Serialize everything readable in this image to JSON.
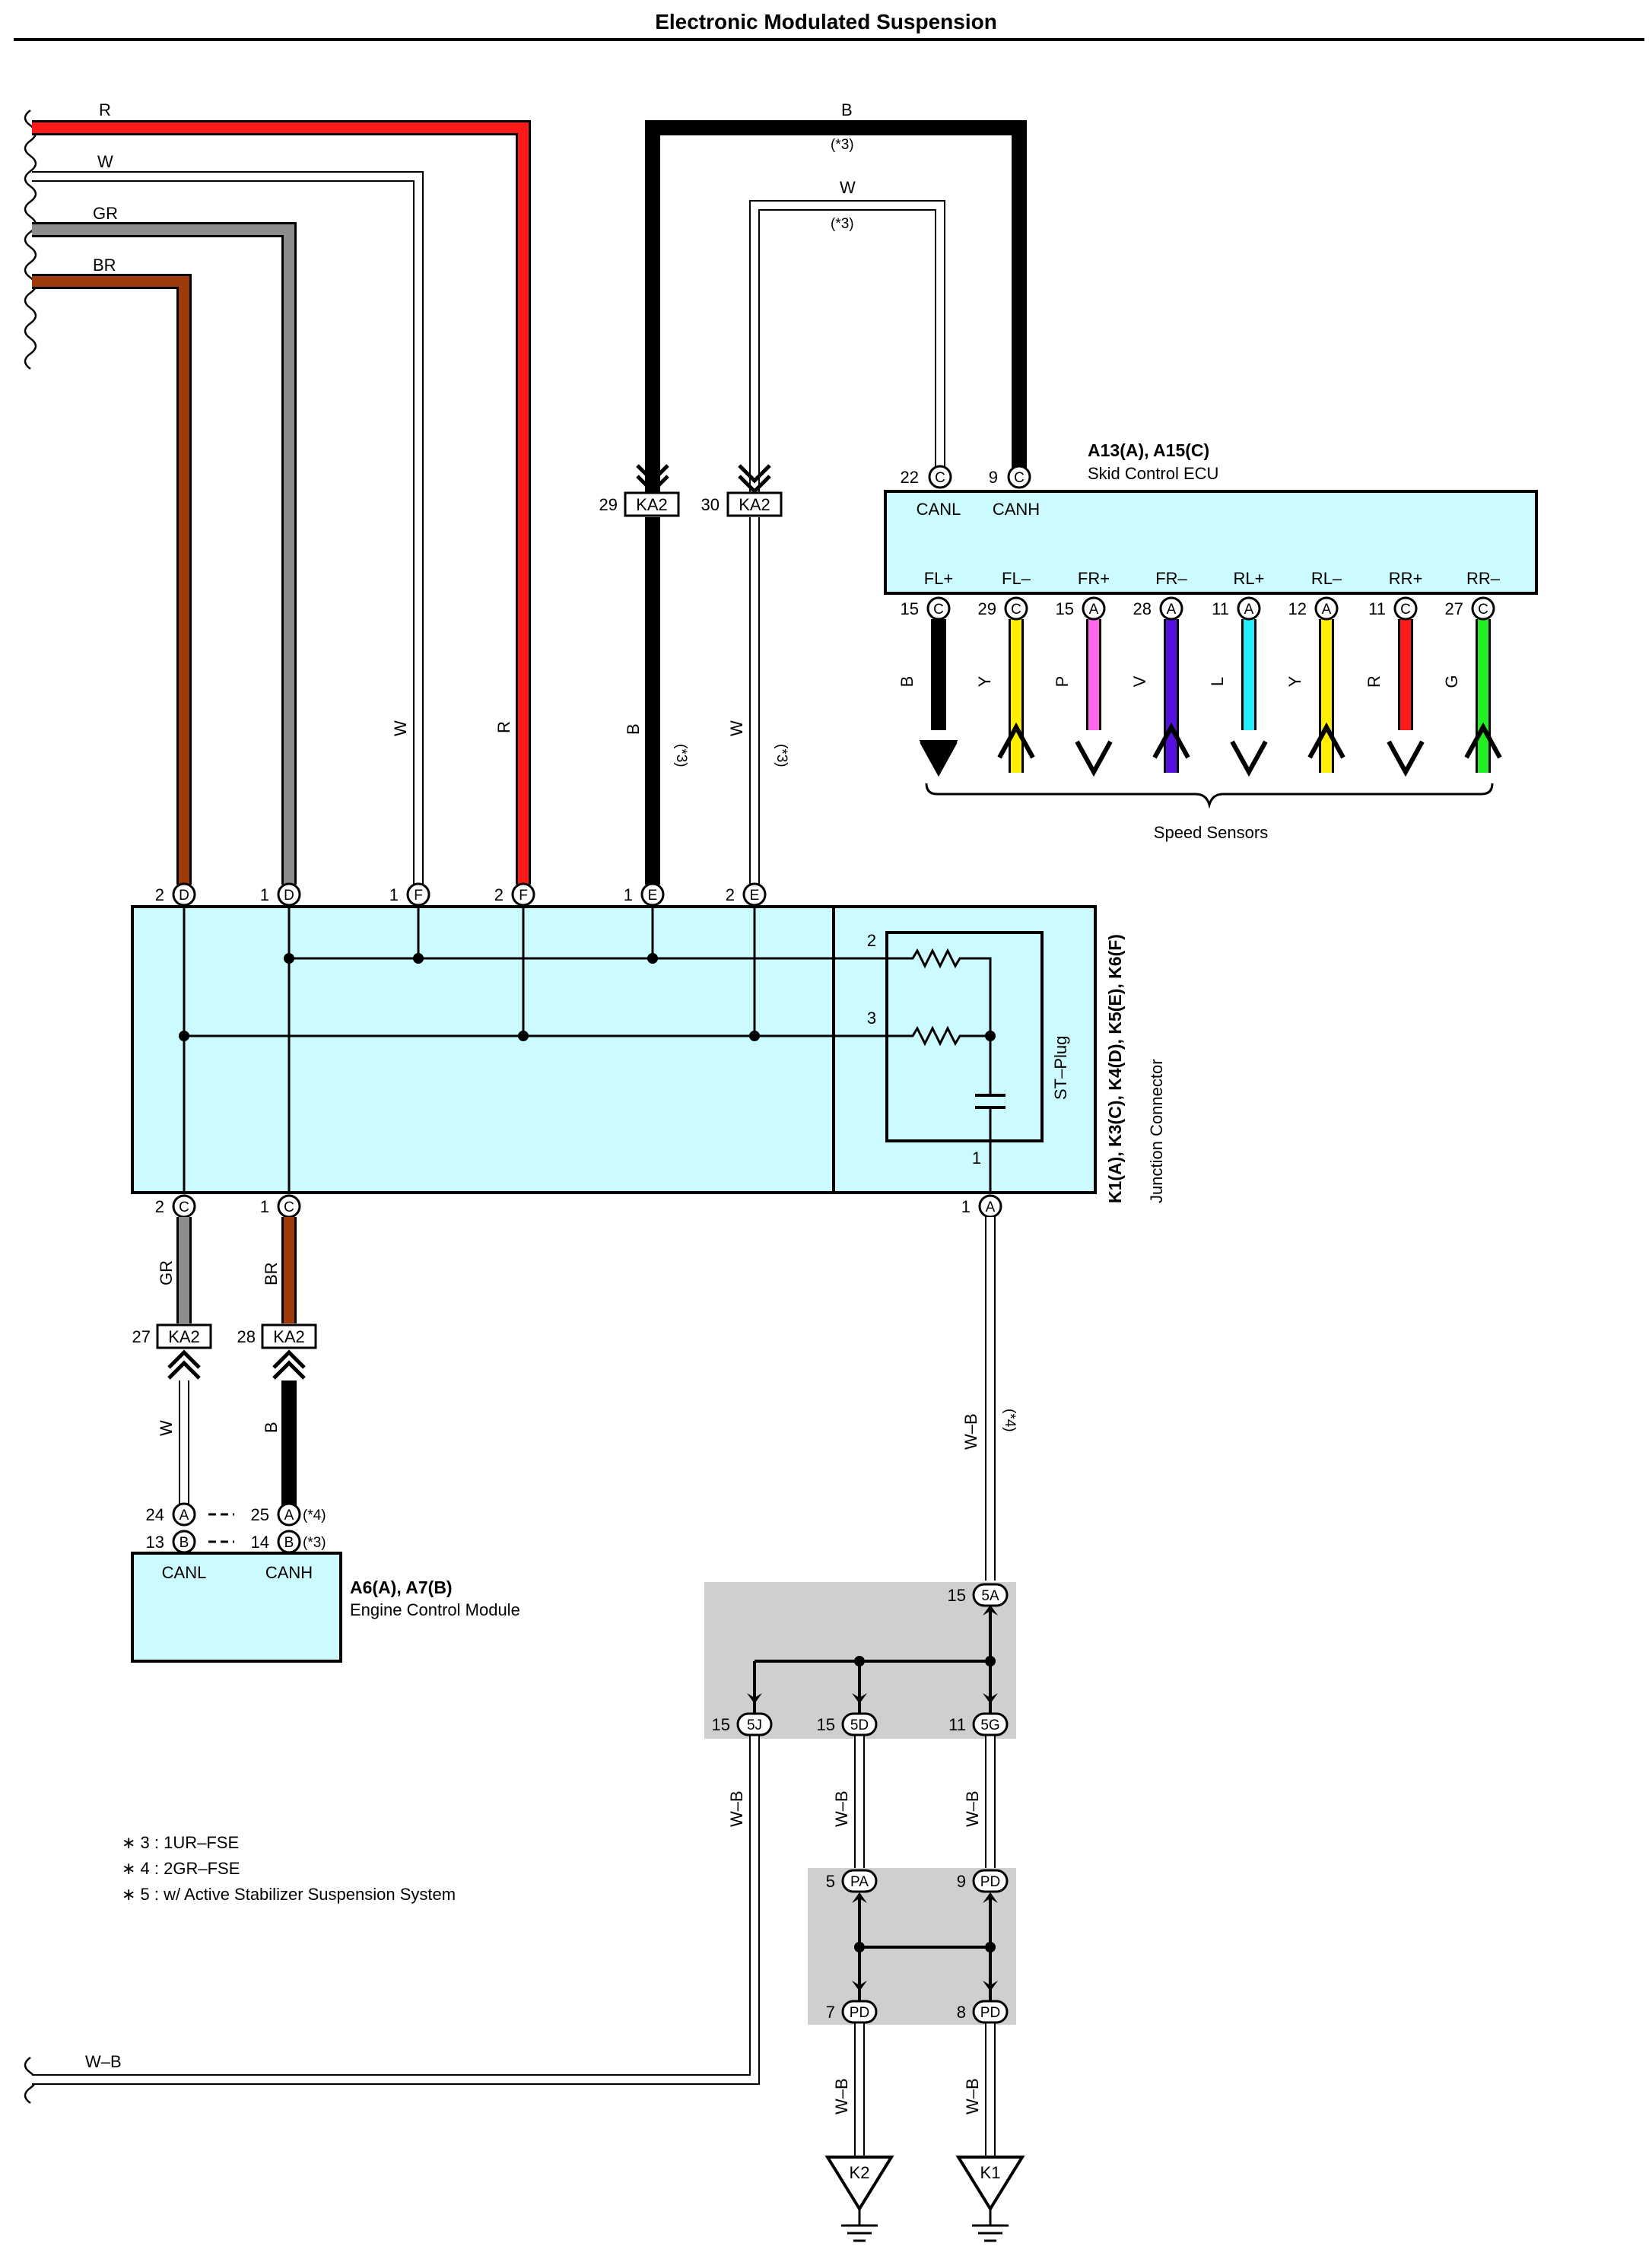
{
  "title": "Electronic Modulated Suspension",
  "colors": {
    "R": "#ff1a1a",
    "W": "#ffffff",
    "GR": "#8c8c8c",
    "BR": "#9e3a0a",
    "B": "#000000",
    "Y": "#ffee00",
    "P": "#ff66e8",
    "V": "#5511e0",
    "L": "#22eeff",
    "G": "#22ee22",
    "component_fill": "#ccfbff",
    "junction_block_fill": "#cfcfcf"
  },
  "top_wires": {
    "R": "R",
    "W": "W",
    "GR": "GR",
    "BR": "BR",
    "B_top": "B",
    "B_top_note": "(*3)",
    "W_top": "W",
    "W_top_note": "(*3)"
  },
  "ka2_top": {
    "left_pin": "29",
    "left_name": "KA2",
    "right_pin": "30",
    "right_name": "KA2"
  },
  "skid_ecu": {
    "code": "A13(A), A15(C)",
    "name": "Skid Control ECU",
    "pin_canl": "22",
    "pin_canh": "9",
    "conn_canl": "C",
    "conn_canh": "C",
    "canl": "CANL",
    "canh": "CANH",
    "bottom_pins": [
      {
        "num": "15",
        "conn": "C",
        "label": "FL+",
        "wire": "B",
        "color_key": "B",
        "arrow": "down"
      },
      {
        "num": "29",
        "conn": "C",
        "label": "FL–",
        "wire": "Y",
        "color_key": "Y",
        "arrow": "up"
      },
      {
        "num": "15",
        "conn": "A",
        "label": "FR+",
        "wire": "P",
        "color_key": "P",
        "arrow": "down"
      },
      {
        "num": "28",
        "conn": "A",
        "label": "FR–",
        "wire": "V",
        "color_key": "V",
        "arrow": "up"
      },
      {
        "num": "11",
        "conn": "A",
        "label": "RL+",
        "wire": "L",
        "color_key": "L",
        "arrow": "down"
      },
      {
        "num": "12",
        "conn": "A",
        "label": "RL–",
        "wire": "Y",
        "color_key": "Y",
        "arrow": "up"
      },
      {
        "num": "11",
        "conn": "C",
        "label": "RR+",
        "wire": "R",
        "color_key": "R",
        "arrow": "down"
      },
      {
        "num": "27",
        "conn": "C",
        "label": "RR–",
        "wire": "G",
        "color_key": "G",
        "arrow": "up"
      }
    ],
    "sensors_label": "Speed Sensors"
  },
  "vertical_wire_labels": {
    "W": "W",
    "R": "R",
    "B": "B",
    "B_note": "(*3)",
    "W2": "W",
    "W2_note": "(*3)"
  },
  "junction_connector": {
    "code": "K1(A), K3(C), K4(D), K5(E), K6(F)",
    "name": "Junction Connector",
    "st_plug": "ST–Plug",
    "top_pins": [
      {
        "num": "2",
        "conn": "D"
      },
      {
        "num": "1",
        "conn": "D"
      },
      {
        "num": "1",
        "conn": "F"
      },
      {
        "num": "2",
        "conn": "F"
      },
      {
        "num": "1",
        "conn": "E"
      },
      {
        "num": "2",
        "conn": "E"
      }
    ],
    "bottom_pins": [
      {
        "num": "2",
        "conn": "C"
      },
      {
        "num": "1",
        "conn": "C"
      },
      {
        "num": "1",
        "conn": "A"
      }
    ],
    "internal_pins": [
      "2",
      "3",
      "1"
    ]
  },
  "lower_left": {
    "wire_gr": "GR",
    "wire_br": "BR",
    "ka2_left_pin": "27",
    "ka2_left": "KA2",
    "ka2_right_pin": "28",
    "ka2_right": "KA2",
    "wire_w": "W",
    "wire_b": "B"
  },
  "ecm": {
    "code": "A6(A), A7(B)",
    "name": "Engine Control Module",
    "canl": "CANL",
    "canh": "CANH",
    "pins": [
      {
        "num": "24",
        "conn": "A"
      },
      {
        "num": "25",
        "conn": "A",
        "note": "(*4)"
      },
      {
        "num": "13",
        "conn": "B"
      },
      {
        "num": "14",
        "conn": "B",
        "note": "(*3)"
      }
    ]
  },
  "ground_path": {
    "wire_wb": "W–B",
    "wire_wb_note": "(*4)",
    "j1": [
      {
        "num": "15",
        "name": "5A"
      },
      {
        "num": "15",
        "name": "5J"
      },
      {
        "num": "15",
        "name": "5D"
      },
      {
        "num": "11",
        "name": "5G"
      }
    ],
    "j2": [
      {
        "num": "5",
        "name": "PA"
      },
      {
        "num": "9",
        "name": "PD"
      },
      {
        "num": "7",
        "name": "PD"
      },
      {
        "num": "8",
        "name": "PD"
      }
    ],
    "grounds": [
      "K2",
      "K1"
    ],
    "bottom_wb": "W–B"
  },
  "notes": [
    "∗ 3 : 1UR–FSE",
    "∗ 4 : 2GR–FSE",
    "∗ 5 : w/ Active Stabilizer Suspension System"
  ]
}
